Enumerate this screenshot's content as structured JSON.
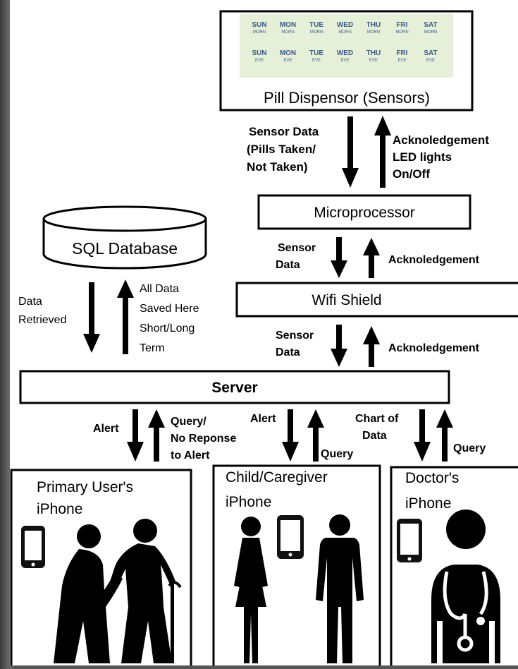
{
  "pill_dispenser": {
    "title": "Pill Dispensor (Sensors)",
    "morning_row": [
      {
        "day": "SUN",
        "time": "MORN"
      },
      {
        "day": "MON",
        "time": "MORN"
      },
      {
        "day": "TUE",
        "time": "MORN"
      },
      {
        "day": "WED",
        "time": "MORN"
      },
      {
        "day": "THU",
        "time": "MORN"
      },
      {
        "day": "FRI",
        "time": "MORN"
      },
      {
        "day": "SAT",
        "time": "MORN"
      }
    ],
    "evening_row": [
      {
        "day": "SUN",
        "time": "EVE"
      },
      {
        "day": "MON",
        "time": "EVE"
      },
      {
        "day": "TUE",
        "time": "EVE"
      },
      {
        "day": "WED",
        "time": "EVE"
      },
      {
        "day": "THU",
        "time": "EVE"
      },
      {
        "day": "FRI",
        "time": "EVE"
      },
      {
        "day": "SAT",
        "time": "EVE"
      }
    ]
  },
  "labels": {
    "sensor_data_pills": [
      "Sensor Data",
      "(Pills Taken/",
      "Not Taken)"
    ],
    "ack_led": [
      "Acknoledgement",
      "LED lights",
      "On/Off"
    ],
    "microprocessor": "Microprocessor",
    "sql_database": "SQL Database",
    "sensor_data_1": [
      "Sensor",
      "Data"
    ],
    "ack_1": "Acknoledgement",
    "wifi_shield": "Wifi Shield",
    "data_retrieved": [
      "Data",
      "Retrieved"
    ],
    "all_data_saved": [
      "All Data",
      "Saved Here",
      "Short/Long",
      "Term"
    ],
    "sensor_data_2": [
      "Sensor",
      "Data"
    ],
    "ack_2": "Acknoledgement",
    "server": "Server",
    "alert_1": "Alert",
    "query_no_response": [
      "Query/",
      "No Reponse",
      "to Alert"
    ],
    "alert_2": "Alert",
    "query_1": "Query",
    "chart_of_data": [
      "Chart of",
      "Data"
    ],
    "query_2": "Query",
    "primary_user": [
      "Primary User's",
      "iPhone"
    ],
    "child_caregiver": [
      "Child/Caregiver",
      "iPhone"
    ],
    "doctor": [
      "Doctor's",
      "iPhone"
    ]
  },
  "colors": {
    "dispenser_bg": "#e6f0d8",
    "slot_text": "#3a5a8a"
  }
}
